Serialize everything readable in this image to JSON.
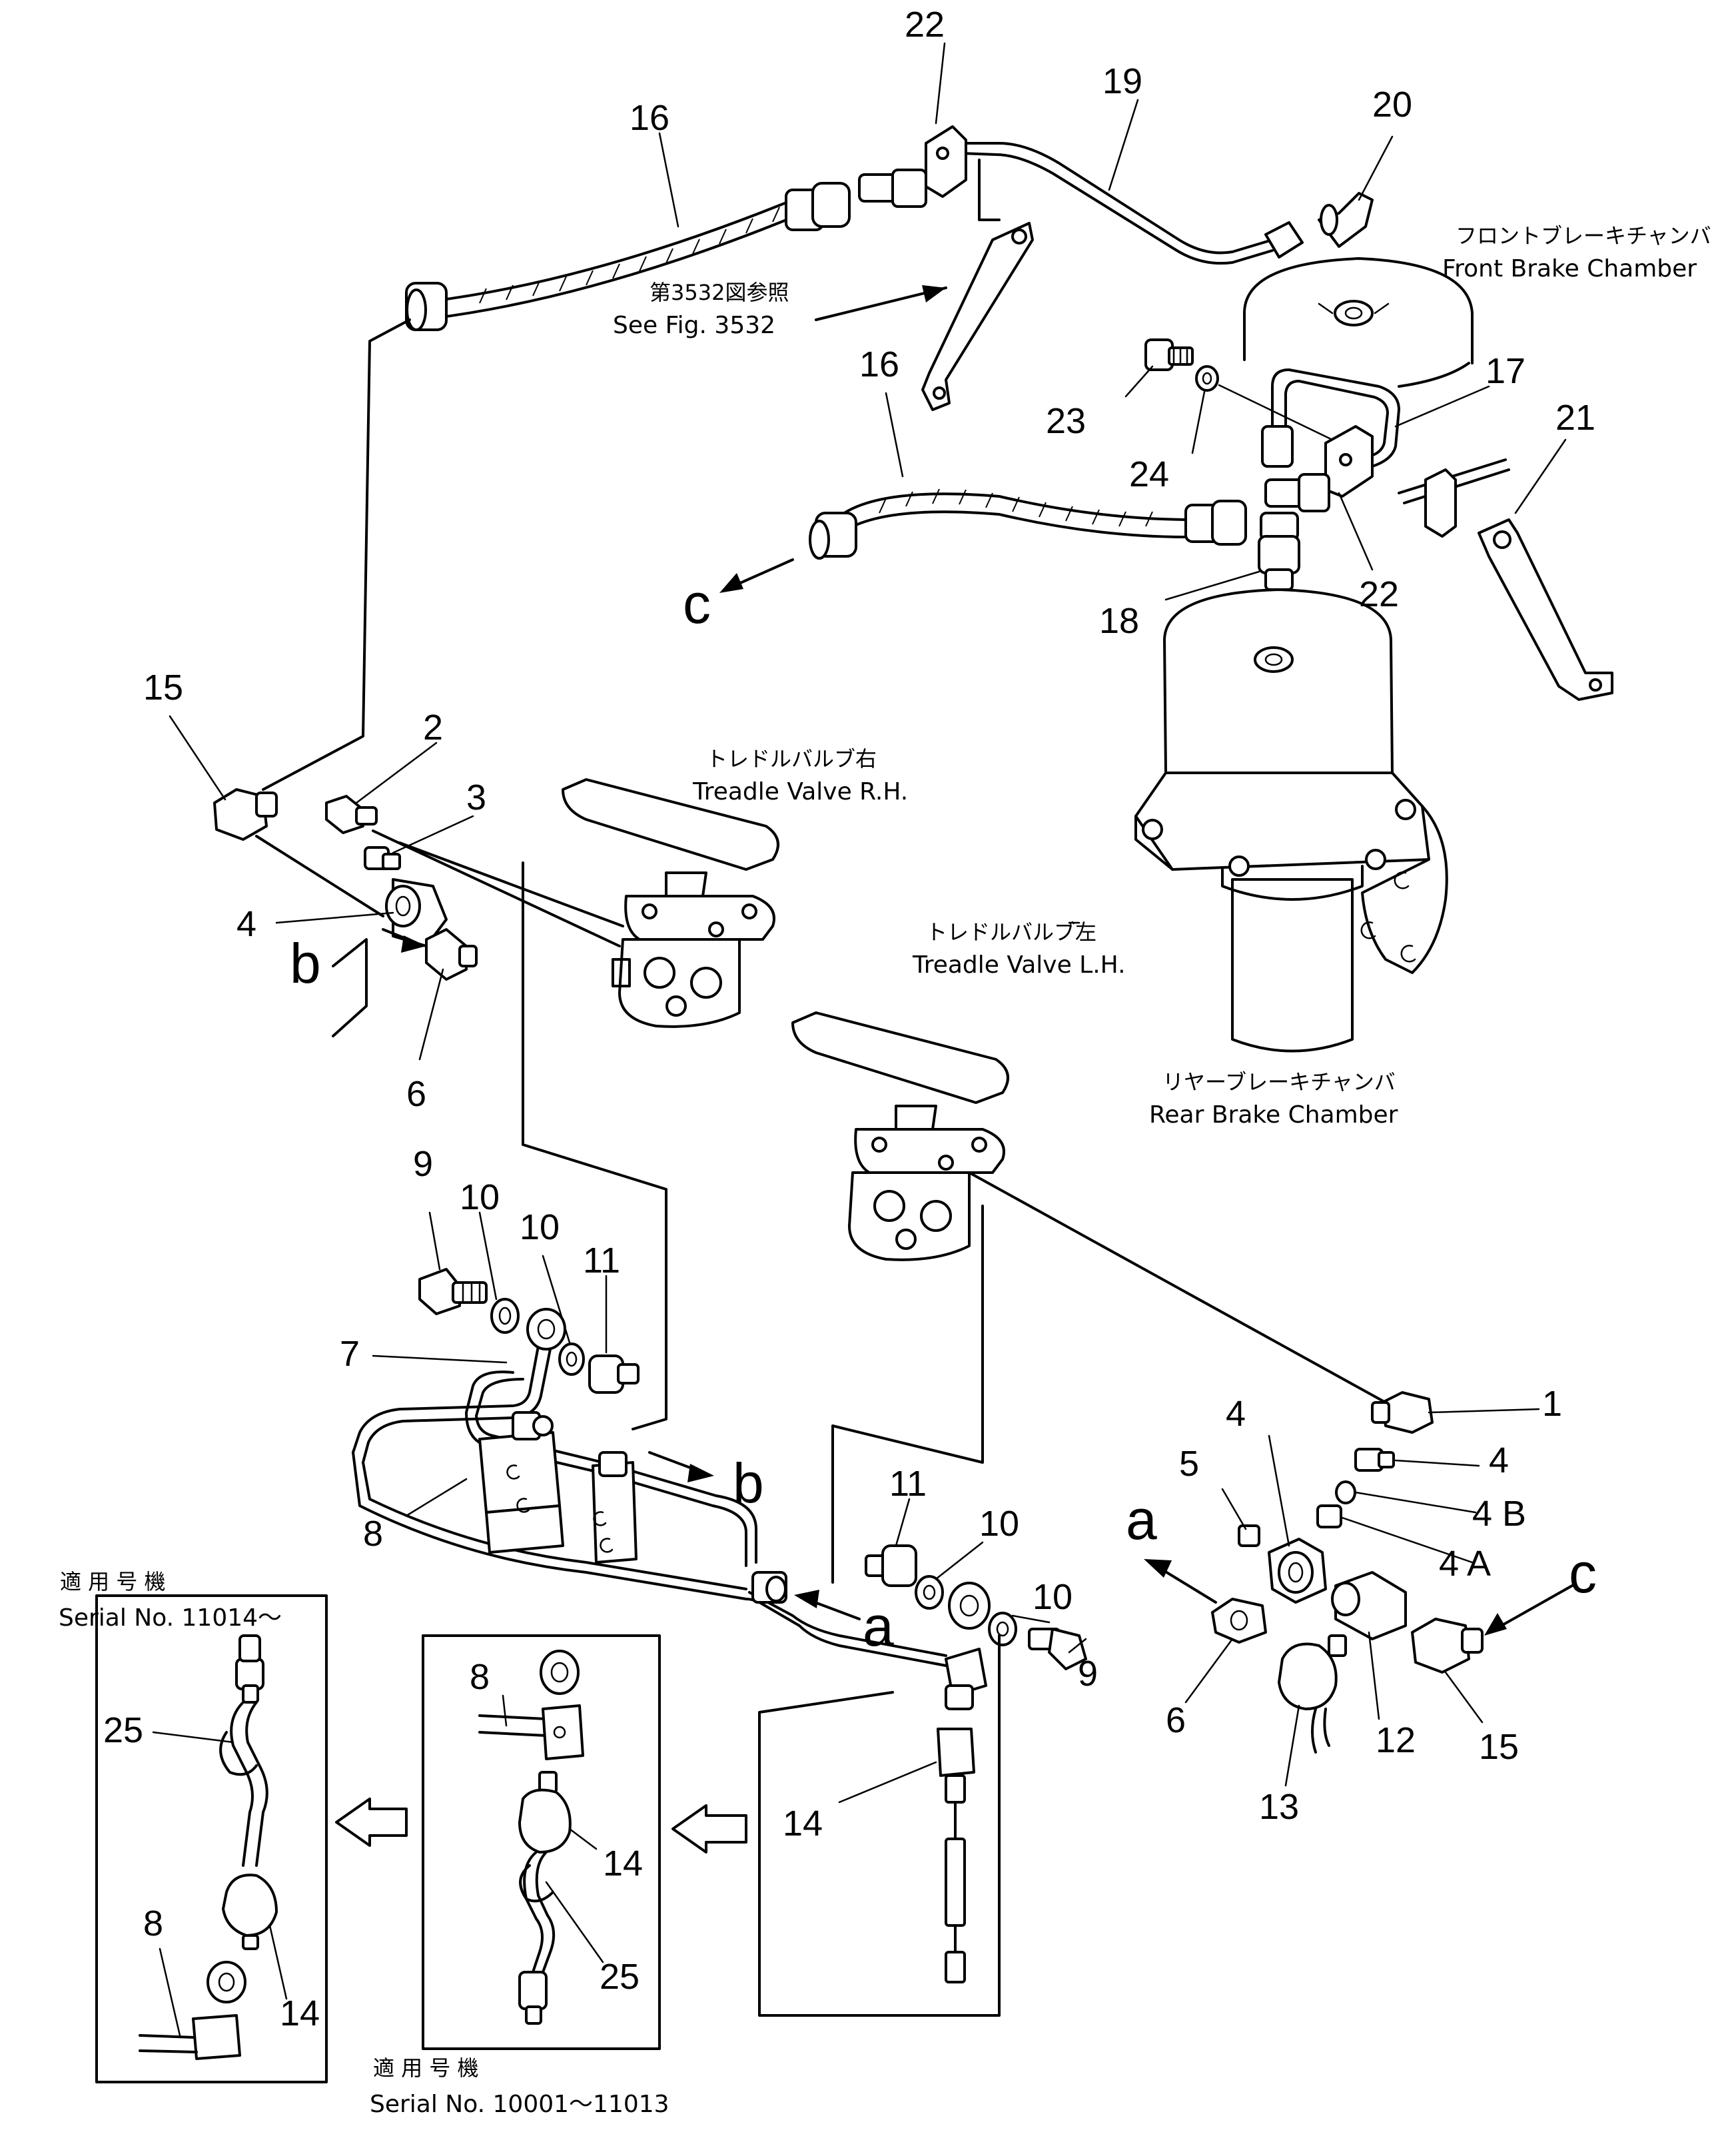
{
  "callouts": {
    "n1": "1",
    "n2": "2",
    "n3": "3",
    "n4a": "4",
    "n4b": "4",
    "n4c": "4",
    "n4A": "4 A",
    "n4B": "4 B",
    "n5": "5",
    "n6a": "6",
    "n6b": "6",
    "n7": "7",
    "n8a": "8",
    "n8b": "8",
    "n8c": "8",
    "n9a": "9",
    "n9b": "9",
    "n10a": "10",
    "n10b": "10",
    "n10c": "10",
    "n10d": "10",
    "n11a": "11",
    "n11b": "11",
    "n12": "12",
    "n13": "13",
    "n14a": "14",
    "n14b": "14",
    "n14c": "14",
    "n15a": "15",
    "n15b": "15",
    "n16a": "16",
    "n16b": "16",
    "n17": "17",
    "n18": "18",
    "n19": "19",
    "n20": "20",
    "n21": "21",
    "n22a": "22",
    "n22b": "22",
    "n23": "23",
    "n24": "24",
    "n25a": "25",
    "n25b": "25"
  },
  "connectors": {
    "a1": "a",
    "a2": "a",
    "b1": "b",
    "b2": "b",
    "c1": "c",
    "c2": "c"
  },
  "labels": {
    "front_chamber_jp": "フロントブレーキチャンバ",
    "front_chamber_en": "Front Brake Chamber",
    "rear_chamber_jp": "リヤーブレーキチャンバ",
    "rear_chamber_en": "Rear Brake Chamber",
    "treadle_rh_jp": "トレドルバルブ右",
    "treadle_rh_en": "Treadle Valve R.H.",
    "treadle_lh_jp": "トレドルバルブ左",
    "treadle_lh_en": "Treadle Valve L.H.",
    "see_fig_jp": "第3532図参照",
    "see_fig_en": "See Fig. 3532",
    "serial_left_jp": "適 用 号 機",
    "serial_left_en": "Serial No. 11014～",
    "serial_mid_jp": "適 用 号 機",
    "serial_mid_en": "Serial No. 10001～11013"
  }
}
